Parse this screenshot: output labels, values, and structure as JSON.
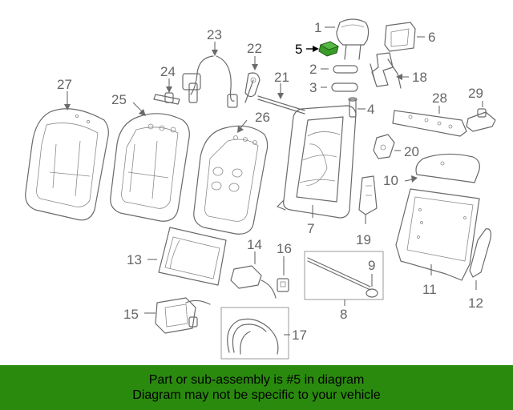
{
  "highlighted_callout": "5",
  "highlight_color": "#3a9a2a",
  "banner_color": "#2a8a0e",
  "callouts": {
    "c1": "1",
    "c2": "2",
    "c3": "3",
    "c4": "4",
    "c5": "5",
    "c6": "6",
    "c7": "7",
    "c8": "8",
    "c9": "9",
    "c10": "10",
    "c11": "11",
    "c12": "12",
    "c13": "13",
    "c14": "14",
    "c15": "15",
    "c16": "16",
    "c17": "17",
    "c18": "18",
    "c19": "19",
    "c20": "20",
    "c21": "21",
    "c22": "22",
    "c23": "23",
    "c24": "24",
    "c25": "25",
    "c26": "26",
    "c27": "27",
    "c28": "28",
    "c29": "29"
  },
  "banner": {
    "line1": "Part or sub-assembly is #5 in diagram",
    "line2": "Diagram may not be specific to your vehicle"
  }
}
